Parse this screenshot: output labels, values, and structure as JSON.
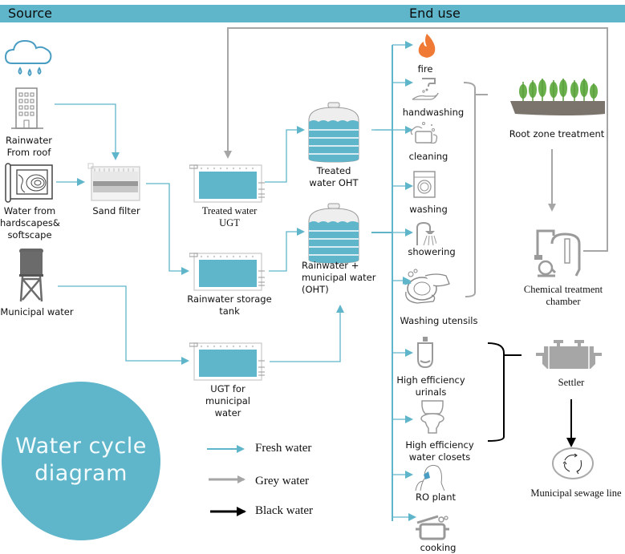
{
  "header": {
    "source_label": "Source",
    "end_use_label": "End use",
    "bar_color": "#5fb5c9"
  },
  "title": {
    "text": "Water cycle\ndiagram"
  },
  "sources": [
    {
      "id": "rain",
      "label": "Rainwater\nFrom roof",
      "icon": "rain-cloud-building-icon"
    },
    {
      "id": "hardscape",
      "label": "Water from\nhardscapes&\nsoftscape",
      "icon": "terrain-map-icon"
    },
    {
      "id": "municipal",
      "label": "Municipal water",
      "icon": "water-tower-icon"
    }
  ],
  "treatment": {
    "sand_filter": "Sand filter",
    "treated_ugt": "Treated water\nUGT",
    "rain_storage": "Rainwater storage\ntank",
    "ugt_municipal": "UGT for\nmunicipal\nwater",
    "treated_oht": "Treated\nwater OHT",
    "mixed_oht": "Rainwater +\nmunicipal water\n(OHT)"
  },
  "end_uses": [
    {
      "label": "fire",
      "icon": "fire-icon"
    },
    {
      "label": "handwashing",
      "icon": "handwashing-icon"
    },
    {
      "label": "cleaning",
      "icon": "cleaning-icon"
    },
    {
      "label": "washing",
      "icon": "washing-machine-icon"
    },
    {
      "label": "showering",
      "icon": "shower-icon"
    },
    {
      "label": "Washing utensils",
      "icon": "washing-utensils-icon"
    },
    {
      "label": "High efficiency\nurinals",
      "icon": "urinal-icon"
    },
    {
      "label": "High efficiency\nwater closets",
      "icon": "toilet-icon"
    },
    {
      "label": "RO plant",
      "icon": "drinking-icon"
    },
    {
      "label": "cooking",
      "icon": "cooking-pot-icon"
    }
  ],
  "grey_treatment": {
    "root_zone": "Root zone treatment",
    "chemical": "Chemical treatment\nchamber"
  },
  "black_treatment": {
    "settler": "Settler",
    "sewage": "Municipal sewage line"
  },
  "legend": [
    {
      "label": "Fresh water",
      "color": "#5fb5c9"
    },
    {
      "label": "Grey water",
      "color": "#a6a6a6"
    },
    {
      "label": "Black water",
      "color": "#000000"
    }
  ],
  "colors": {
    "fresh": "#5fb5c9",
    "grey": "#a6a6a6",
    "black": "#000000",
    "fire": "#f07a35",
    "plant": "#6ab04c",
    "icon_grey": "#9a9a9a"
  }
}
